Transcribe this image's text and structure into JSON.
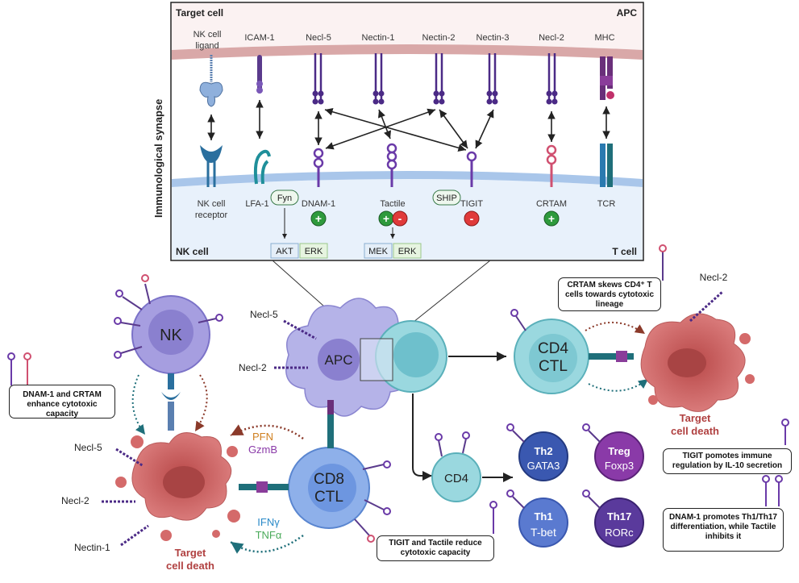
{
  "synapse": {
    "target_cell": "Target cell",
    "apc": "APC",
    "nk_cell": "NK cell",
    "t_cell": "T cell",
    "side_title": "Immunological synapse",
    "top_labels": {
      "nk_ligand": "NK cell\nligand",
      "icam1": "ICAM-1",
      "necl5": "Necl-5",
      "nectin1": "Nectin-1",
      "nectin2": "Nectin-2",
      "nectin3": "Nectin-3",
      "necl2": "Necl-2",
      "mhc": "MHC"
    },
    "bottom_labels": {
      "nk_receptor": "NK cell\nreceptor",
      "lfa1": "LFA-1",
      "dnam1": "DNAM-1",
      "tactile": "Tactile",
      "tigit": "TIGIT",
      "crtam": "CRTAM",
      "tcr": "TCR"
    },
    "signals": {
      "fyn": "Fyn",
      "ship": "SHIP",
      "akt": "AKT",
      "erk": "ERK",
      "mek": "MEK",
      "erk2": "ERK",
      "plus": "+",
      "minus": "-"
    }
  },
  "cells": {
    "nk": "NK",
    "apc": "APC",
    "cd8": "CD8",
    "cd8b": "CTL",
    "cd4ctl": "CD4",
    "cd4ctlb": "CTL",
    "cd4": "CD4",
    "th2": "Th2",
    "th2tf": "GATA3",
    "treg": "Treg",
    "tregtf": "Foxp3",
    "th1": "Th1",
    "th1tf": "T-bet",
    "th17": "Th17",
    "th17tf": "RORc"
  },
  "molecules": {
    "necl5_apc": "Necl-5",
    "necl2_apc": "Necl-2",
    "necl5_t": "Necl-5",
    "necl2_t": "Necl-2",
    "nectin1_t": "Nectin-1",
    "necl2_r": "Necl-2"
  },
  "effectors": {
    "pfn": "PFN",
    "gzmb": "GzmB",
    "ifng": "IFNγ",
    "tnfa": "TNFα"
  },
  "death": {
    "left1": "Target",
    "left2": "cell death",
    "right1": "Target",
    "right2": "cell death"
  },
  "notes": {
    "dnam_crtam": "DNAM-1 and CRTAM enhance cytotoxic capacity",
    "crtam": "CRTAM skews CD4⁺ T cells towards cytotoxic lineage",
    "tigit_tactile": "TIGIT and Tactile reduce cytotoxic capacity",
    "tigit_il10": "TIGIT pomotes immune regulation by IL-10 secretion",
    "dnam_th": "DNAM-1 promotes Th1/Th17 differentiation, while Tactile inhibits it"
  },
  "colors": {
    "plus": "#2e9a3c",
    "minus": "#e03a3a",
    "receptor": "#4b2a86",
    "tigit": "#7a58b8",
    "crtam": "#d05070",
    "nk": "#8f85d6",
    "apc": "#b5b3e8",
    "tcell": "#8fd6df",
    "cd8": "#7fa4e6",
    "target": "#d46a6a"
  }
}
